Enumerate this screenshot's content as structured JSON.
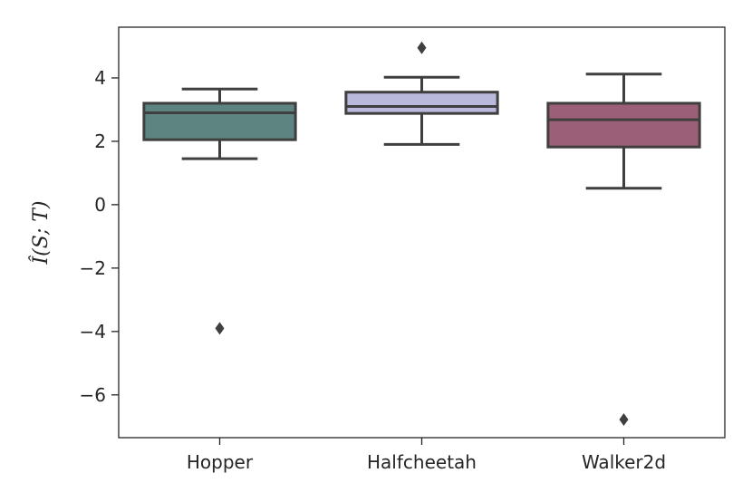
{
  "chart_data": {
    "type": "box",
    "title": "",
    "xlabel": "",
    "ylabel": "Î(S; T)",
    "ylim": [
      -7.35,
      5.6
    ],
    "yticks": [
      -6,
      -4,
      -2,
      0,
      2,
      4
    ],
    "ytick_labels": [
      "−6",
      "−4",
      "−2",
      "0",
      "2",
      "4"
    ],
    "grid": false,
    "categories": [
      "Hopper",
      "Halfcheetah",
      "Walker2d"
    ],
    "boxes": [
      {
        "name": "Hopper",
        "whisker_low": 1.45,
        "q1": 2.05,
        "median": 2.9,
        "q3": 3.2,
        "whisker_high": 3.65,
        "outliers": [
          -3.9
        ],
        "color": "#5e8482"
      },
      {
        "name": "Halfcheetah",
        "whisker_low": 1.9,
        "q1": 2.88,
        "median": 3.1,
        "q3": 3.55,
        "whisker_high": 4.02,
        "outliers": [
          4.95
        ],
        "color": "#b9b9dc"
      },
      {
        "name": "Walker2d",
        "whisker_low": 0.52,
        "q1": 1.82,
        "median": 2.68,
        "q3": 3.2,
        "whisker_high": 4.12,
        "outliers": [
          -6.78
        ],
        "color": "#9b5f77"
      }
    ],
    "line_color": "#3f3f3f"
  }
}
